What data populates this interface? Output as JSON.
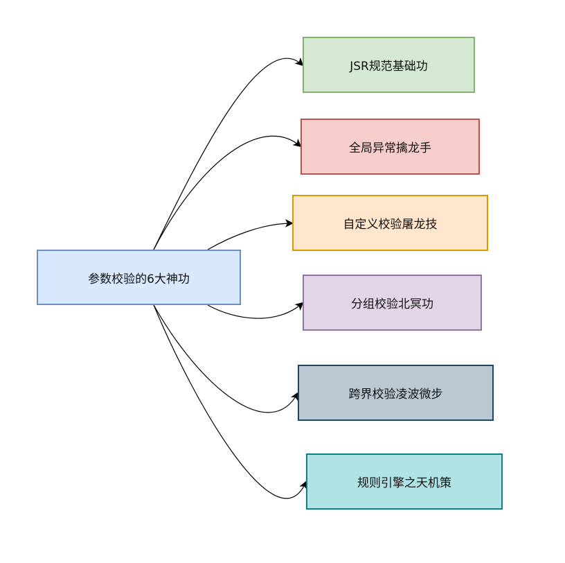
{
  "root": {
    "label": "参数校验的6大神功",
    "fill": "#dae8fc",
    "stroke": "#6c8ebf"
  },
  "branches": [
    {
      "label": "JSR规范基础功",
      "fill": "#d5e8d4",
      "stroke": "#82b366"
    },
    {
      "label": "全局异常擒龙手",
      "fill": "#f8cecc",
      "stroke": "#b85450"
    },
    {
      "label": "自定义校验屠龙技",
      "fill": "#ffe6cc",
      "stroke": "#d79b00"
    },
    {
      "label": "分组校验北冥功",
      "fill": "#e1d5e7",
      "stroke": "#9673a6"
    },
    {
      "label": "跨界校验凌波微步",
      "fill": "#bac8d3",
      "stroke": "#23445d"
    },
    {
      "label": "规则引擎之天机策",
      "fill": "#b0e3e6",
      "stroke": "#0e8088"
    }
  ],
  "connector_color": "#000000"
}
